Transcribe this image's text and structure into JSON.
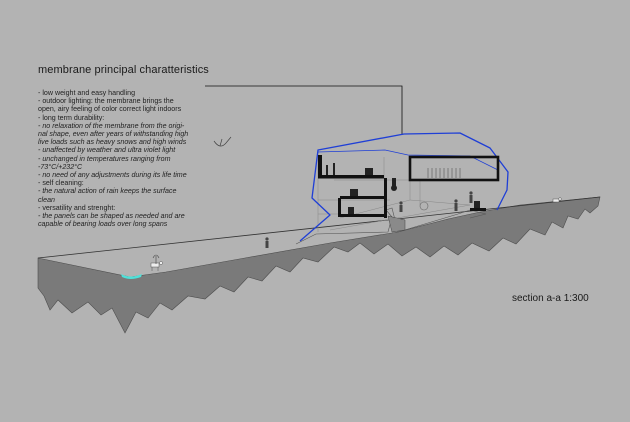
{
  "title": "membrane principal charatteristics",
  "notes": [
    {
      "text": "- low weight and easy handling",
      "italic": false
    },
    {
      "text": "- outdoor lighting: the membrane brings the",
      "italic": false
    },
    {
      "text": "open, airy feeling of color correct light indoors",
      "italic": false
    },
    {
      "text": "- long term durability:",
      "italic": false
    },
    {
      "text": "- no relaxation of the membrane from the origi-",
      "italic": true
    },
    {
      "text": "nal shape, even after years of withstanding high",
      "italic": true
    },
    {
      "text": "live loads such as heavy snows and high winds",
      "italic": true
    },
    {
      "text": "- unaffected by weather and ultra violet light",
      "italic": true
    },
    {
      "text": "- unchanged in temperatures ranging from",
      "italic": true
    },
    {
      "text": "-73°C/+232°C",
      "italic": true
    },
    {
      "text": "- no need of any adjustments during its life time",
      "italic": true
    },
    {
      "text": "- self cleaning:",
      "italic": false
    },
    {
      "text": "- the natural action of rain keeps the surface",
      "italic": true
    },
    {
      "text": "clean",
      "italic": true
    },
    {
      "text": "- versatility and strenght:",
      "italic": false
    },
    {
      "text": "- the panels can be shaped as needed and are",
      "italic": true
    },
    {
      "text": "capable of bearing loads over long spans",
      "italic": true
    }
  ],
  "scale_label": "section a-a 1:300",
  "colors": {
    "background": "#b3b3b3",
    "terrain": "#7a7a7a",
    "membrane": "#1f3fd6",
    "water": "#4fe0d8",
    "structure": "#111111"
  }
}
